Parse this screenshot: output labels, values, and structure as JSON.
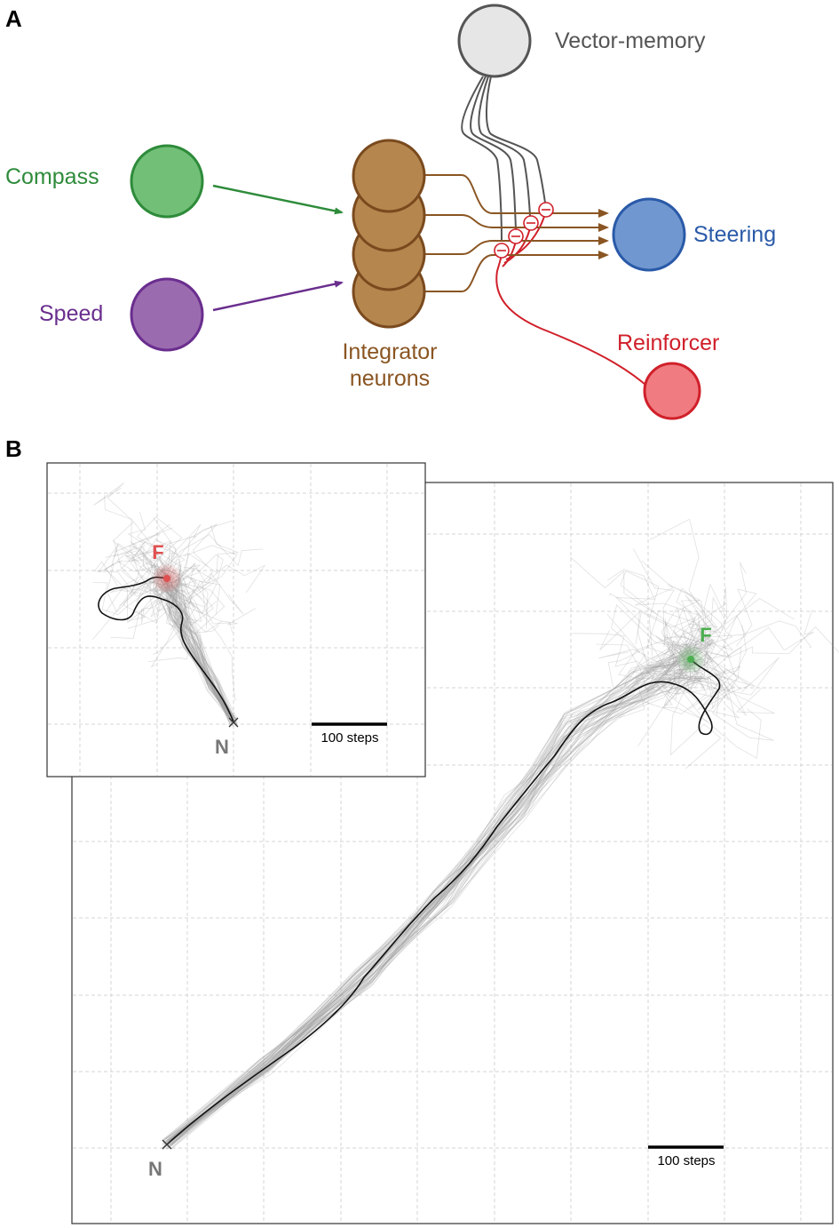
{
  "panel_a": {
    "letter": "A",
    "nodes": {
      "compass": {
        "label": "Compass",
        "color": "#2e8b3a",
        "fill": "#72bf78"
      },
      "speed": {
        "label": "Speed",
        "color": "#6a2e8e",
        "fill": "#9b6bb0"
      },
      "integrator": {
        "label_line1": "Integrator",
        "label_line2": "neurons",
        "color": "#7a4a1e",
        "fill": "#b5874f"
      },
      "vector_memory": {
        "label": "Vector-memory",
        "color": "#555555",
        "fill": "#e6e6e6"
      },
      "steering": {
        "label": "Steering",
        "color": "#2a5aa8",
        "fill": "#7097cf"
      },
      "reinforcer": {
        "label": "Reinforcer",
        "color": "#d0202a",
        "fill": "#f07b80"
      }
    }
  },
  "panel_b": {
    "letter": "B",
    "main_map": {
      "food_label": "F",
      "nest_label": "N",
      "food_color": "#4cae4f",
      "scale_label": "100 steps"
    },
    "inset_map": {
      "food_label": "F",
      "nest_label": "N",
      "food_color": "#e05050",
      "scale_label": "100 steps"
    }
  }
}
